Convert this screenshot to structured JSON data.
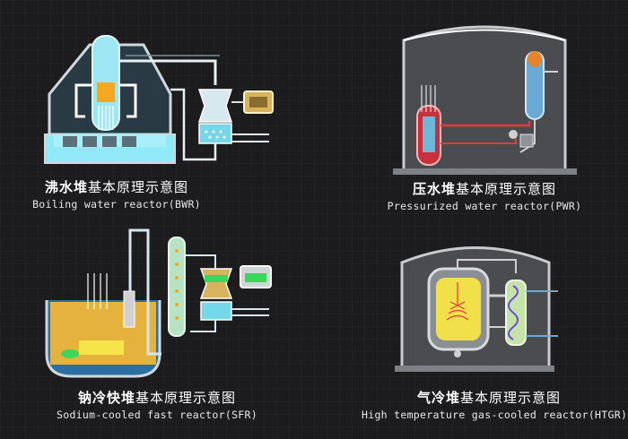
{
  "panels": [
    {
      "cn_bold": "沸水堆",
      "cn_rest": "基本原理示意图",
      "en": "Boiling water reactor(BWR)"
    },
    {
      "cn_bold": "压水堆",
      "cn_rest": "基本原理示意图",
      "en": "Pressurized water reactor(PWR)"
    },
    {
      "cn_bold": "钠冷快堆",
      "cn_rest": "基本原理示意图",
      "en": "Sodium-cooled fast reactor(SFR)"
    },
    {
      "cn_bold": "气冷堆",
      "cn_rest": "基本原理示意图",
      "en": "High temperature gas-cooled reactor(HTGR)"
    }
  ],
  "colors": {
    "background": "#1c1c1f",
    "water": "#7fe3f5",
    "hot_core": "#f5a623",
    "red_loop": "#e23b3b",
    "green_liquid": "#3bd65a",
    "yellow_core": "#f7e34a"
  }
}
